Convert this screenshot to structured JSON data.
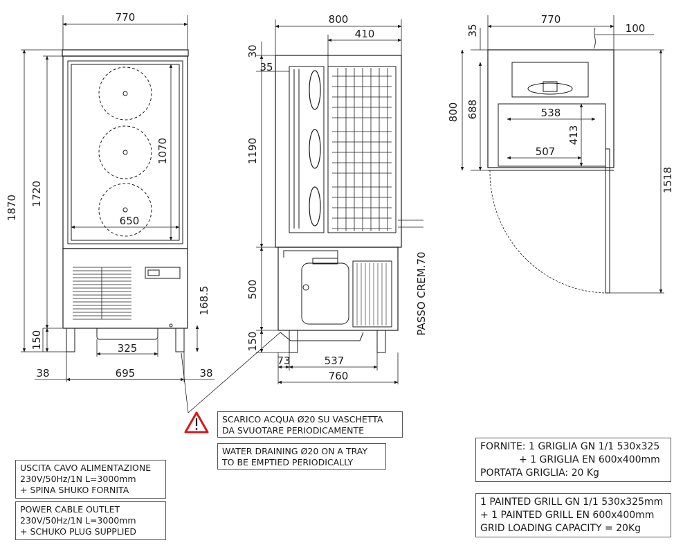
{
  "dimensions": {
    "front": {
      "width_total": "770",
      "height_total": "1870",
      "height_body": "1720",
      "inner_height": "1070",
      "inner_width": "650",
      "step_height": "168.5",
      "foot_height": "150",
      "drain_width": "325",
      "left_offset": "38",
      "base_width": "695",
      "right_offset": "38"
    },
    "side": {
      "depth_total": "800",
      "rack_width": "410",
      "top_gap": "30",
      "rack_offset": "35",
      "cabinet_height": "1190",
      "machine_height": "500",
      "foot_height": "150",
      "front_offset": "73",
      "foot_spacing": "537",
      "base_depth": "760",
      "passo_label": "PASSO CREM.70"
    },
    "top": {
      "width": "770",
      "top_gap": "35",
      "cable_offset": "100",
      "depth": "800",
      "inner_depth": "688",
      "grid_width_1": "538",
      "grid_depth": "413",
      "grid_width_2": "507",
      "depth_door_open": "1518"
    }
  },
  "notes": {
    "drain_it": [
      "SCARICO ACQUA Ø20 SU VASCHETTA",
      "DA SVUOTARE PERIODICAMENTE"
    ],
    "drain_en": [
      "WATER DRAINING Ø20 ON A TRAY",
      "TO BE EMPTIED PERIODICALLY"
    ],
    "power_it": [
      "USCITA CAVO ALIMENTAZIONE",
      "230V/50Hz/1N L=3000mm",
      "+ SPINA SHUKO FORNITA"
    ],
    "power_en": [
      "POWER CABLE OUTLET",
      "230V/50Hz/1N L=3000mm",
      "+ SCHUKO PLUG SUPPLIED"
    ],
    "supply_it": [
      "FORNITE: 1 GRIGLIA GN 1/1 530x325",
      "+ 1 GRIGLIA EN 600x400mm",
      "PORTATA GRIGLIA: 20 Kg"
    ],
    "supply_en": [
      "1  PAINTED GRILL GN 1/1 530x325mm",
      "+ 1 PAINTED GRILL EN 600x400mm",
      "GRID LOADING CAPACITY = 20Kg"
    ]
  },
  "icons": {
    "warning": "warning-triangle-icon"
  },
  "colors": {
    "line": "#1a1a1a",
    "warning": "#d11a1a"
  }
}
